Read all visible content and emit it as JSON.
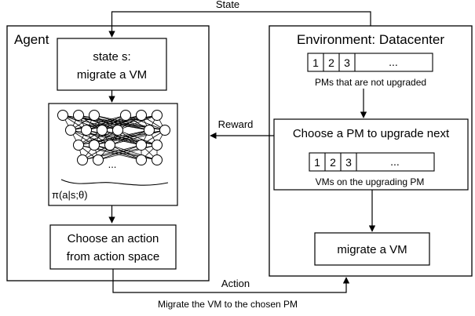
{
  "agent": {
    "title": "Agent",
    "state_box": {
      "line1": "state s:",
      "line2": "migrate a VM"
    },
    "policy_label": "π(a|s;θ)",
    "network_ellipsis": "...",
    "action_box": {
      "line1": "Choose an action",
      "line2": "from action space"
    }
  },
  "environment": {
    "title": "Environment: Datacenter",
    "pm_list": {
      "cells": [
        "1",
        "2",
        "3",
        "..."
      ],
      "caption": "PMs that are not upgraded"
    },
    "choose_box": {
      "title": "Choose a PM to upgrade next",
      "vm_list": {
        "cells": [
          "1",
          "2",
          "3",
          "..."
        ],
        "caption": "VMs on the upgrading PM"
      }
    },
    "migrate_box": {
      "label": "migrate a VM"
    }
  },
  "arrows": {
    "state": "State",
    "reward": "Reward",
    "action": "Action",
    "action_caption": "Migrate the VM to the chosen PM"
  }
}
